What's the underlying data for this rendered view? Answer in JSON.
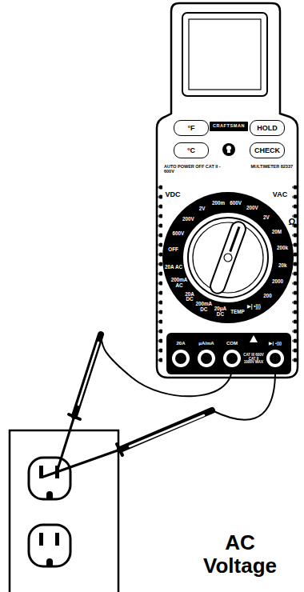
{
  "diagram": {
    "caption": "AC Voltage",
    "nodes": [
      {
        "text": [
          "°F"
        ]
      },
      {
        "text": [
          "CRAFTSMAN"
        ]
      },
      {
        "text": [
          "HOLD"
        ]
      },
      {
        "text": [
          "°C"
        ]
      },
      {
        "text": [
          "CHECK"
        ]
      }
    ],
    "labels": [
      "AUTO POWER OFF CAT II - 600V",
      "MULTIMETER 82337",
      "VDC",
      "VAC",
      "Ω",
      "200m",
      "600V",
      "200V",
      "2V",
      "20M",
      "200k",
      "20k",
      "2000",
      "200",
      "▶| •)))",
      "TEMP",
      "20μA DC",
      "200mA DC",
      "20A DC",
      "200mA AC",
      "20A AC",
      "OFF",
      "600V",
      "200V",
      "2V",
      "20A",
      "μA/mA",
      "COM",
      "▶| •)))",
      "CAT III 600V CAT II 1000V MAX"
    ]
  }
}
